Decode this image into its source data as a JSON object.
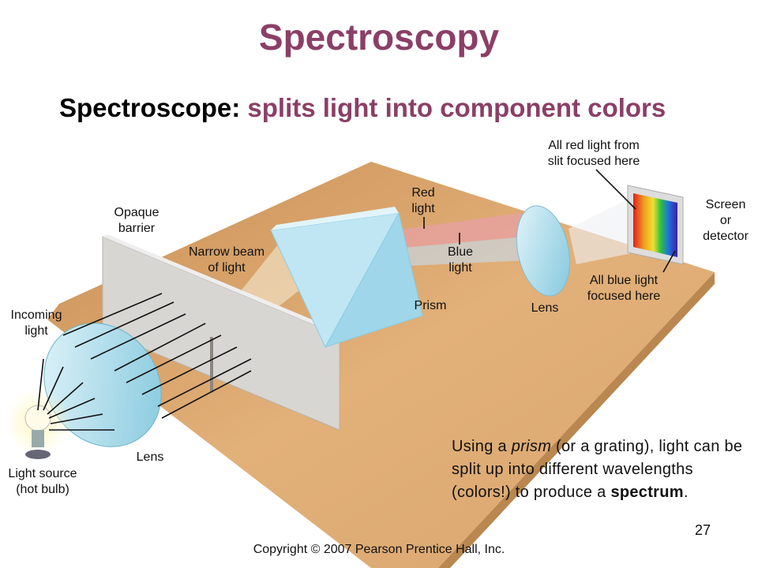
{
  "title": "Spectroscopy",
  "subtitle": {
    "term": "Spectroscope:",
    "definition": "splits light into component colors"
  },
  "labels": {
    "red_focus": [
      "All red light from",
      "slit focused here"
    ],
    "screen": [
      "Screen",
      "or",
      "detector"
    ],
    "red_light": [
      "Red",
      "light"
    ],
    "opaque_barrier": [
      "Opaque",
      "barrier"
    ],
    "narrow_beam": [
      "Narrow beam",
      "of light"
    ],
    "blue_light": [
      "Blue",
      "light"
    ],
    "blue_focus": [
      "All blue light",
      "focused here"
    ],
    "prism": "Prism",
    "lens_right": "Lens",
    "incoming": [
      "Incoming",
      "light"
    ],
    "lens_left": "Lens",
    "light_source": [
      "Light source",
      "(hot bulb)"
    ]
  },
  "paragraph": {
    "p1": "Using a ",
    "italic": "prism",
    "p2": " (or a grating), light can be split up into different wavelengths (colors!) to produce a ",
    "bold": "spectrum",
    "p3": "."
  },
  "page_number": "27",
  "copyright": "Copyright © 2007 Pearson Prentice Hall, Inc.",
  "colors": {
    "accent": "#8B3F66",
    "board": "#D9A66E",
    "board_edge": "#B9874F"
  }
}
